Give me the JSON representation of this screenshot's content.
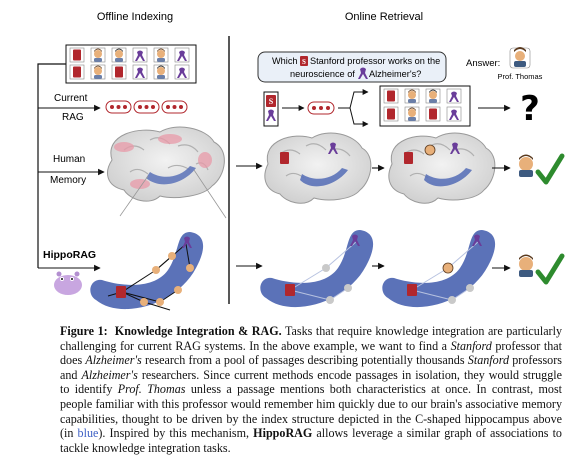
{
  "figure": {
    "offline_title": "Offline Indexing",
    "online_title": "Online Retrieval",
    "rows": {
      "current_rag": [
        "Current",
        "RAG"
      ],
      "human_memory": [
        "Human",
        "Memory"
      ],
      "hipporag": "HippoRAG"
    },
    "query": {
      "line1_pre": "Which",
      "line1_post": "Stanford professor works on the",
      "line2_pre": "neuroscience of",
      "line2_post": "Alzheimer's?"
    },
    "answer_label": "Answer:",
    "answer_name": "Prof. Thomas",
    "question_mark": "?",
    "colors": {
      "stanford": "#b1272d",
      "alzheimers": "#6a3d9a",
      "hippo_blue": "#5b72b8",
      "check_green": "#2e8b2e",
      "brain_pink": "#e89aa8"
    }
  },
  "caption": {
    "label": "Figure 1:",
    "title": "Knowledge Integration & RAG.",
    "s1": "Tasks that require knowledge integration are particularly challenging for current RAG systems. In the above example, we want to find a",
    "stanford": "Stanford",
    "s2": "professor that does",
    "alz": "Alzheimer's",
    "s3": "research from a pool of passages describing potentially thousands",
    "stanford2": "Stanford",
    "s4": "professors and",
    "alz2": "Alzheimer's",
    "s5": "researchers. Since current methods encode passages in isolation, they would struggle to identify",
    "thomas": "Prof. Thomas",
    "s6": "unless a passage mentions both characteristics at once. In contrast, most people familiar with this professor would remember him quickly due to our brain's associative memory capabilities, thought to be driven by the index structure depicted in the C-shaped hippocampus above (in",
    "blue": "blue",
    "s7": "). Inspired by this mechanism,",
    "hipporag": "HippoRAG",
    "s8": "allows",
    "s9": "leverage a similar graph of associations to tackle knowledge integration tasks."
  }
}
